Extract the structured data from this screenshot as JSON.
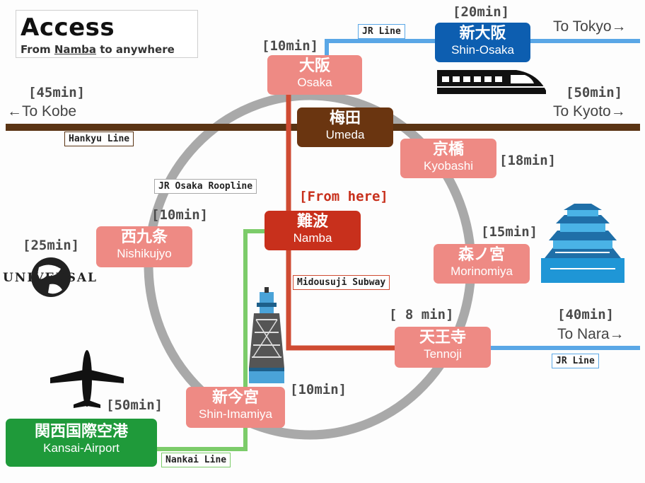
{
  "header": {
    "title": "Access",
    "subtitle_prefix": "From ",
    "subtitle_link": "Namba",
    "subtitle_suffix": " to anywhere"
  },
  "stations": {
    "shin_osaka": {
      "jp": "新大阪",
      "en": "Shin-Osaka",
      "time": "[20min]"
    },
    "osaka": {
      "jp": "大阪",
      "en": "Osaka",
      "time": "[10min]"
    },
    "umeda": {
      "jp": "梅田",
      "en": "Umeda"
    },
    "kyobashi": {
      "jp": "京橋",
      "en": "Kyobashi",
      "time": "[18min]"
    },
    "namba": {
      "jp": "難波",
      "en": "Namba",
      "time": "[From here]"
    },
    "nishikujyo": {
      "jp": "西九条",
      "en": "Nishikujyo",
      "time": "[10min]"
    },
    "morinomiya": {
      "jp": "森ノ宮",
      "en": "Morinomiya",
      "time": "[15min]"
    },
    "tennoji": {
      "jp": "天王寺",
      "en": "Tennoji",
      "time": "[ 8 min]"
    },
    "shin_imamiya": {
      "jp": "新今宮",
      "en": "Shin-Imamiya",
      "time": "[10min]"
    },
    "kansai_airport": {
      "jp": "関西国際空港",
      "en": "Kansai-Airport",
      "time": "[50min]"
    }
  },
  "destinations": {
    "tokyo": {
      "label": "To Tokyo→"
    },
    "kobe": {
      "label": "←To Kobe",
      "time": "[45min]"
    },
    "kyoto": {
      "label": "To Kyoto→",
      "time": "[50min]"
    },
    "nara": {
      "label": "To Nara→",
      "time": "[40min]"
    },
    "usj": {
      "time": "[25min]",
      "logo": "UNIVERSAL"
    }
  },
  "lines": {
    "jr_line_top": "JR Line",
    "hankyu": "Hankyu Line",
    "jr_loop": "JR Osaka Roopline",
    "midousuji": "Midousuji Subway",
    "jr_line_nara": "JR Line",
    "nankai": "Nankai Line"
  },
  "colors": {
    "jr_blue": "#5aa7e6",
    "hankyu_brown": "#5a3414",
    "loop_gray": "#a9a9a9",
    "subway_red": "#cf4b32",
    "nankai_green": "#7ccc6a",
    "station_pink": "#ee8a84",
    "namba_red": "#c8301c",
    "shin_osaka_blue": "#0d5eb0",
    "airport_green": "#1f9a3a"
  },
  "icons": [
    "shinkansen-icon",
    "airplane-icon",
    "tsutenkaku-tower-icon",
    "osaka-castle-icon",
    "globe-icon"
  ]
}
